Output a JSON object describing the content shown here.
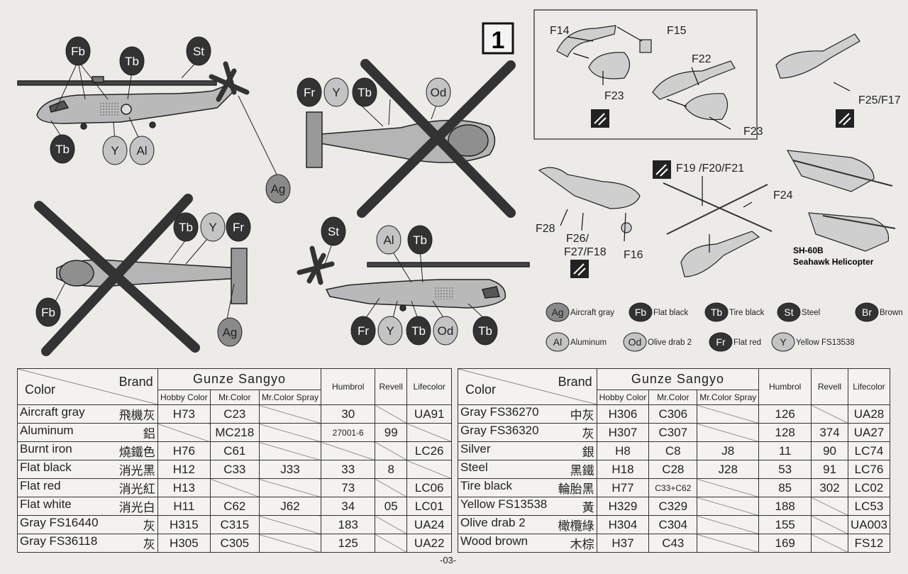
{
  "step": "1",
  "page_number": "-03-",
  "view_callouts": {
    "side_top": [
      "Fb",
      "Tb",
      "St",
      "Tb",
      "Y",
      "Al",
      "Ag"
    ],
    "top_view": [
      "Fr",
      "Y",
      "Tb",
      "Od"
    ],
    "bottom_view": [
      "Tb",
      "Y",
      "Fr",
      "Fb",
      "Ag"
    ],
    "side_bottom": [
      "St",
      "Al",
      "Tb",
      "Fr",
      "Y",
      "Tb",
      "Od",
      "Tb"
    ]
  },
  "parts": [
    "F14",
    "F15",
    "F22",
    "F23",
    "F23",
    "F25/F17",
    "F19 /F20/F21",
    "F24",
    "F28",
    "F26/",
    "F27/F18",
    "F16"
  ],
  "model_title": "SH-60B",
  "model_subtitle": "Seahawk Helicopter",
  "legend": [
    {
      "code": "Ag",
      "name": "Aircraft gray",
      "color": "#8a8a8a"
    },
    {
      "code": "Fb",
      "name": "Flat black",
      "color": "#333333"
    },
    {
      "code": "Tb",
      "name": "Tire black",
      "color": "#333333"
    },
    {
      "code": "St",
      "name": "Steel",
      "color": "#333333"
    },
    {
      "code": "Br",
      "name": "Brown",
      "color": "#333333"
    },
    {
      "code": "Al",
      "name": "Aluminum",
      "color": "#c4c4c4"
    },
    {
      "code": "Od",
      "name": "Olive drab 2",
      "color": "#c4c4c4"
    },
    {
      "code": "Fr",
      "name": "Flat red",
      "color": "#333333"
    },
    {
      "code": "Y",
      "name": "Yellow FS13538",
      "color": "#c4c4c4"
    }
  ],
  "table_headers": {
    "color": "Color",
    "brand": "Brand",
    "gunze": "Gunze  Sangyo",
    "hobby": "Hobby Color",
    "mrcolor": "Mr.Color",
    "spray": "Mr.Color Spray",
    "humbrol": "Humbrol",
    "revell": "Revell",
    "lifecolor": "Lifecolor"
  },
  "table_left": [
    {
      "en": "Aircraft gray",
      "cn": "飛機灰",
      "hobby": "H73",
      "mr": "C23",
      "spray": "",
      "humbrol": "30",
      "revell": "",
      "life": "UA91"
    },
    {
      "en": "Aluminum",
      "cn": "鋁",
      "hobby": "",
      "mr": "MC218",
      "spray": "",
      "humbrol": "27001-6",
      "revell": "99",
      "life": ""
    },
    {
      "en": "Burnt iron",
      "cn": "燒鐵色",
      "hobby": "H76",
      "mr": "C61",
      "spray": "",
      "humbrol": "",
      "revell": "",
      "life": "LC26"
    },
    {
      "en": "Flat black",
      "cn": "消光黑",
      "hobby": "H12",
      "mr": "C33",
      "spray": "J33",
      "humbrol": "33",
      "revell": "8",
      "life": ""
    },
    {
      "en": "Flat red",
      "cn": "消光紅",
      "hobby": "H13",
      "mr": "",
      "spray": "",
      "humbrol": "73",
      "revell": "",
      "life": "LC06"
    },
    {
      "en": "Flat white",
      "cn": "消光白",
      "hobby": "H11",
      "mr": "C62",
      "spray": "J62",
      "humbrol": "34",
      "revell": "05",
      "life": "LC01"
    },
    {
      "en": "Gray FS16440",
      "cn": "灰",
      "hobby": "H315",
      "mr": "C315",
      "spray": "",
      "humbrol": "183",
      "revell": "",
      "life": "UA24"
    },
    {
      "en": "Gray FS36118",
      "cn": "灰",
      "hobby": "H305",
      "mr": "C305",
      "spray": "",
      "humbrol": "125",
      "revell": "",
      "life": "UA22"
    }
  ],
  "table_right": [
    {
      "en": "Gray FS36270",
      "cn": "中灰",
      "hobby": "H306",
      "mr": "C306",
      "spray": "",
      "humbrol": "126",
      "revell": "",
      "life": "UA28"
    },
    {
      "en": "Gray FS36320",
      "cn": "灰",
      "hobby": "H307",
      "mr": "C307",
      "spray": "",
      "humbrol": "128",
      "revell": "374",
      "life": "UA27"
    },
    {
      "en": "Silver",
      "cn": "銀",
      "hobby": "H8",
      "mr": "C8",
      "spray": "J8",
      "humbrol": "11",
      "revell": "90",
      "life": "LC74"
    },
    {
      "en": "Steel",
      "cn": "黑鐵",
      "hobby": "H18",
      "mr": "C28",
      "spray": "J28",
      "humbrol": "53",
      "revell": "91",
      "life": "LC76"
    },
    {
      "en": "Tire black",
      "cn": "輪胎黑",
      "hobby": "H77",
      "mr": "C33+C62",
      "spray": "",
      "humbrol": "85",
      "revell": "302",
      "life": "LC02"
    },
    {
      "en": "Yellow FS13538",
      "cn": "黃",
      "hobby": "H329",
      "mr": "C329",
      "spray": "",
      "humbrol": "188",
      "revell": "",
      "life": "LC53"
    },
    {
      "en": "Olive drab 2",
      "cn": "橄欖綠",
      "hobby": "H304",
      "mr": "C304",
      "spray": "",
      "humbrol": "155",
      "revell": "",
      "life": "UA003"
    },
    {
      "en": "Wood brown",
      "cn": "木棕",
      "hobby": "H37",
      "mr": "C43",
      "spray": "",
      "humbrol": "169",
      "revell": "",
      "life": "FS12"
    }
  ]
}
